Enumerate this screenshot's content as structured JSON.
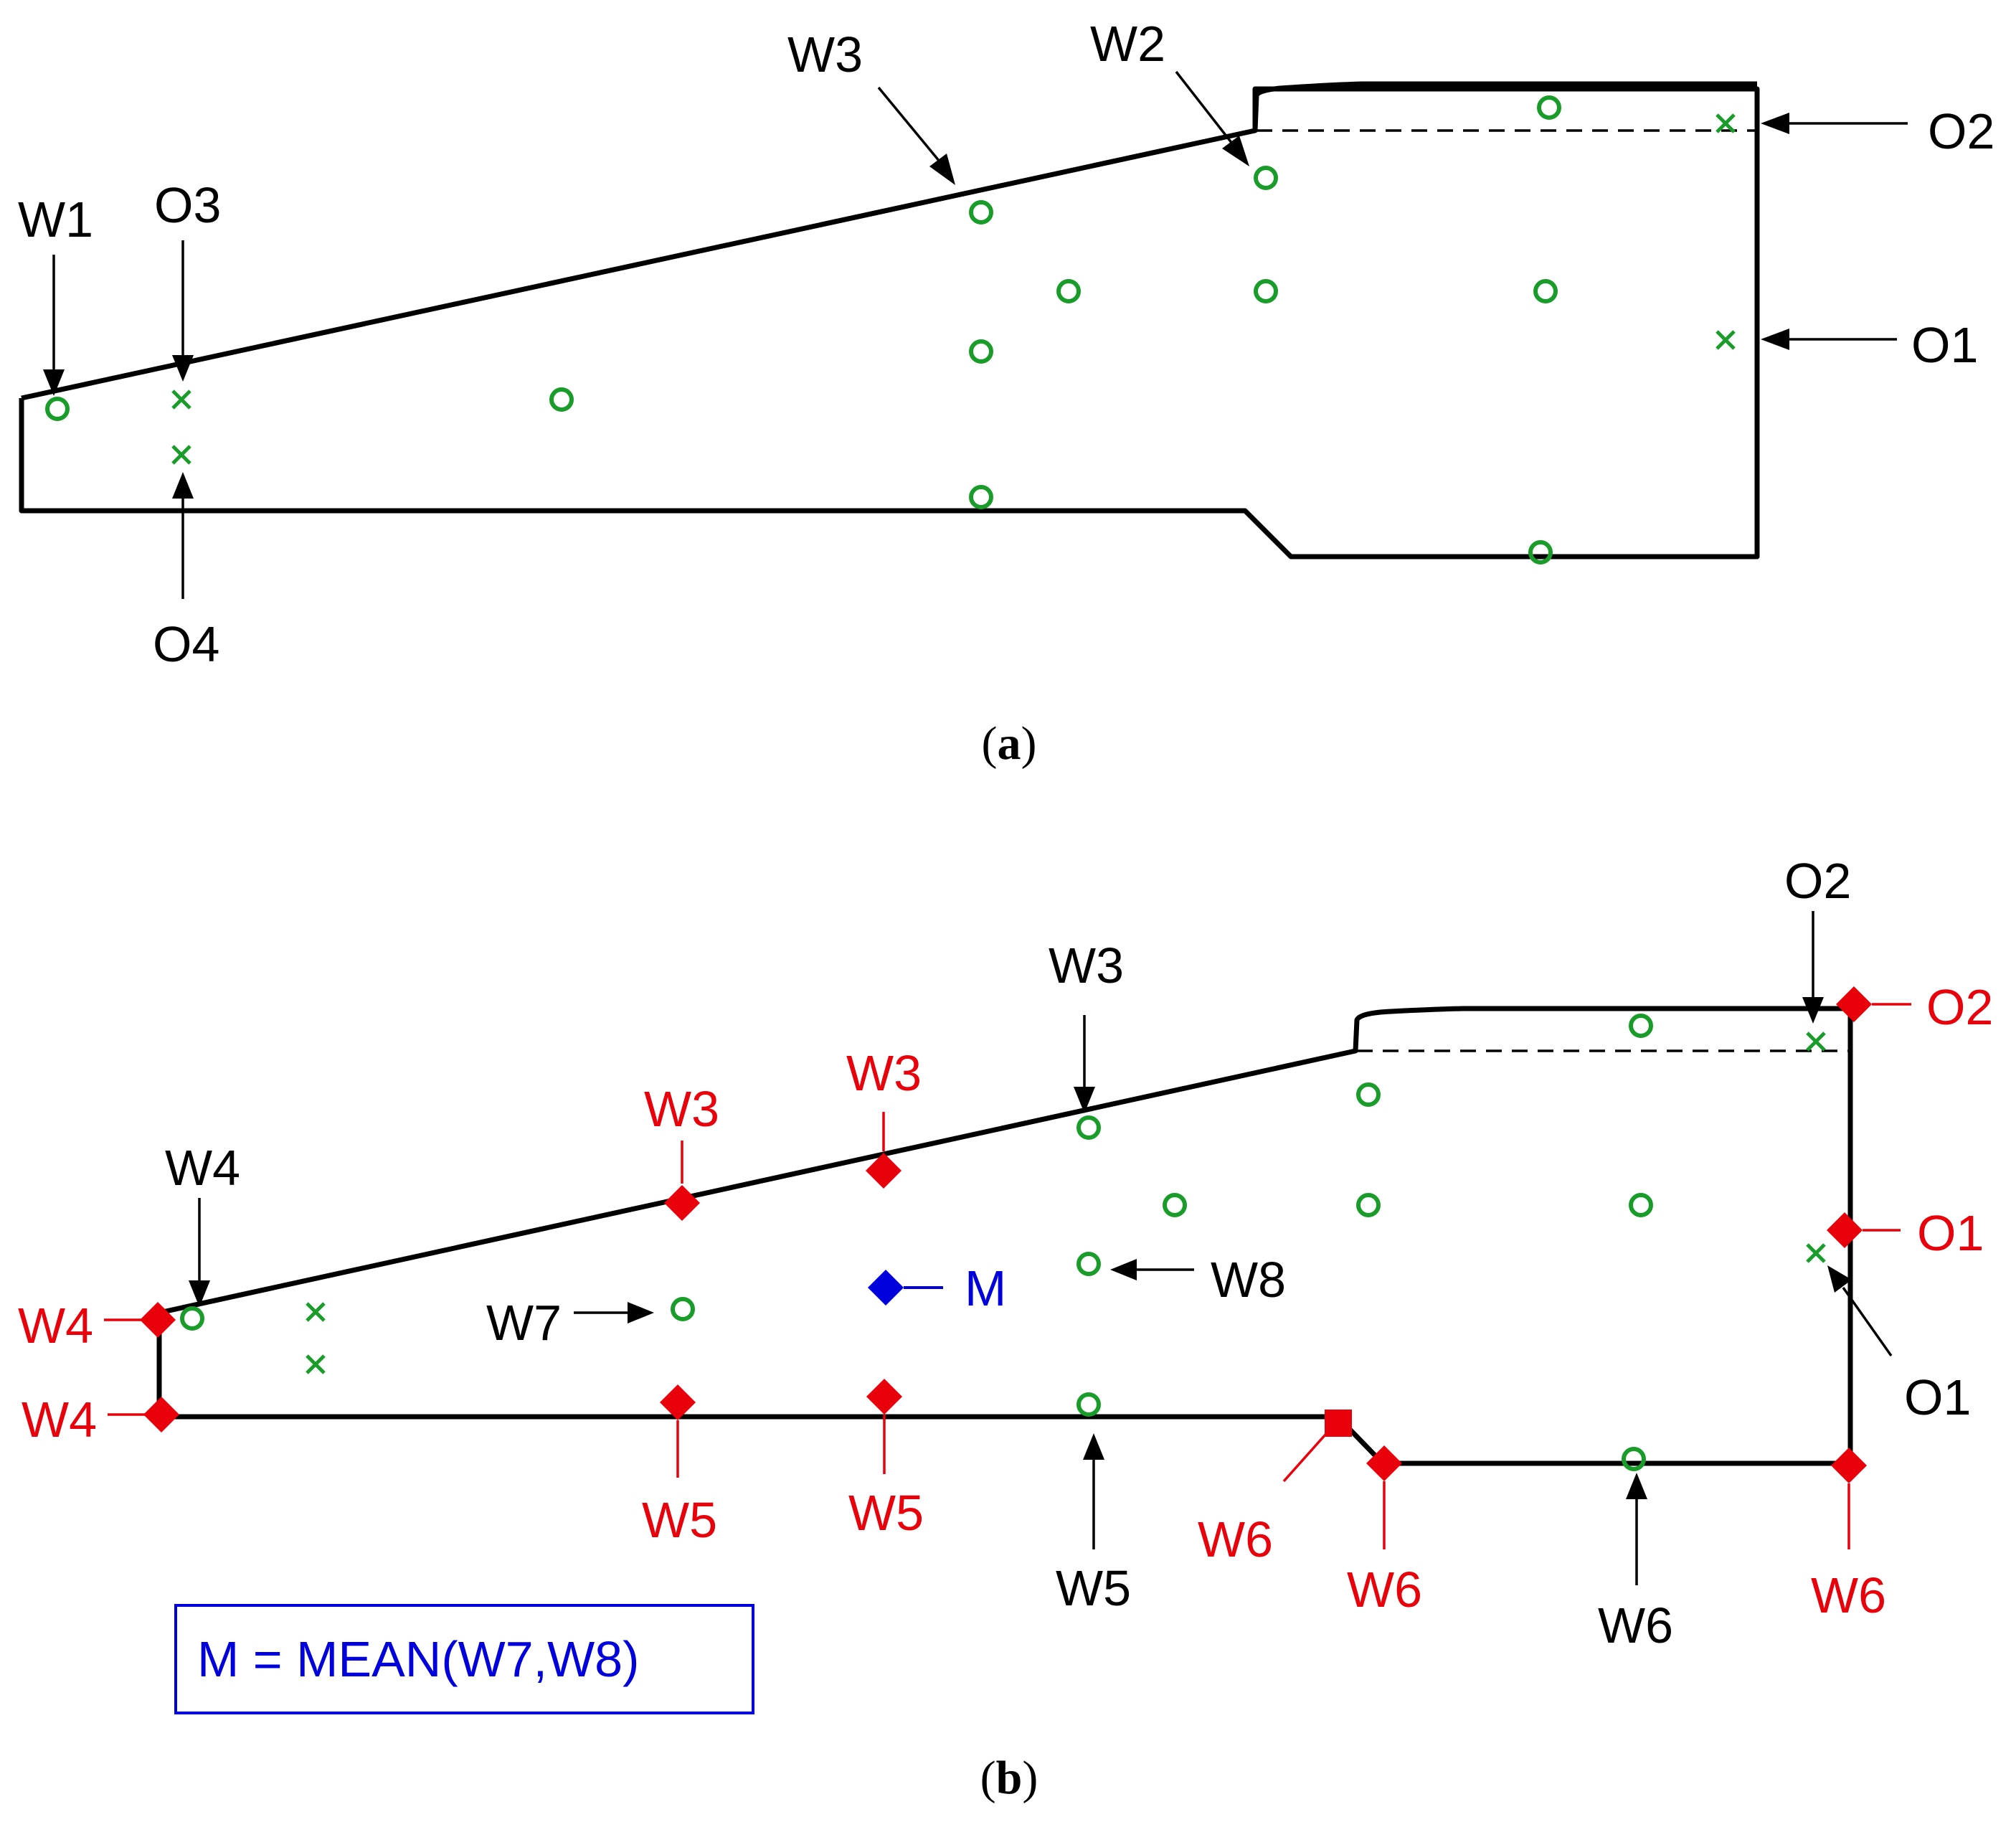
{
  "colors": {
    "outline": "#000000",
    "sample_point": "#1a9c2a",
    "computed_point": "#e8000b",
    "mean_point": "#0000dd"
  },
  "panel_a": {
    "caption_open": "(",
    "caption_letter": "a",
    "caption_close": ")",
    "labels": {
      "w1": "W1",
      "o3": "O3",
      "w3": "W3",
      "w2": "W2",
      "o2": "O2",
      "o1": "O1",
      "o4": "O4"
    }
  },
  "panel_b": {
    "caption_open": "(",
    "caption_letter": "b",
    "caption_close": ")",
    "black_labels": {
      "w4": "W4",
      "w7": "W7",
      "w3": "W3",
      "w8": "W8",
      "w5": "W5",
      "w6": "W6",
      "o2": "O2",
      "o1": "O1"
    },
    "red_labels": {
      "w4_top": "W4",
      "w4_bottom": "W4",
      "w3_left": "W3",
      "w3_right": "W3",
      "w5_left": "W5",
      "w5_right": "W5",
      "w6_left": "W6",
      "w6_mid": "W6",
      "w6_right": "W6",
      "o2": "O2",
      "o1": "O1"
    },
    "mean_label": "M",
    "legend_text": "M = MEAN(W7,W8)"
  }
}
